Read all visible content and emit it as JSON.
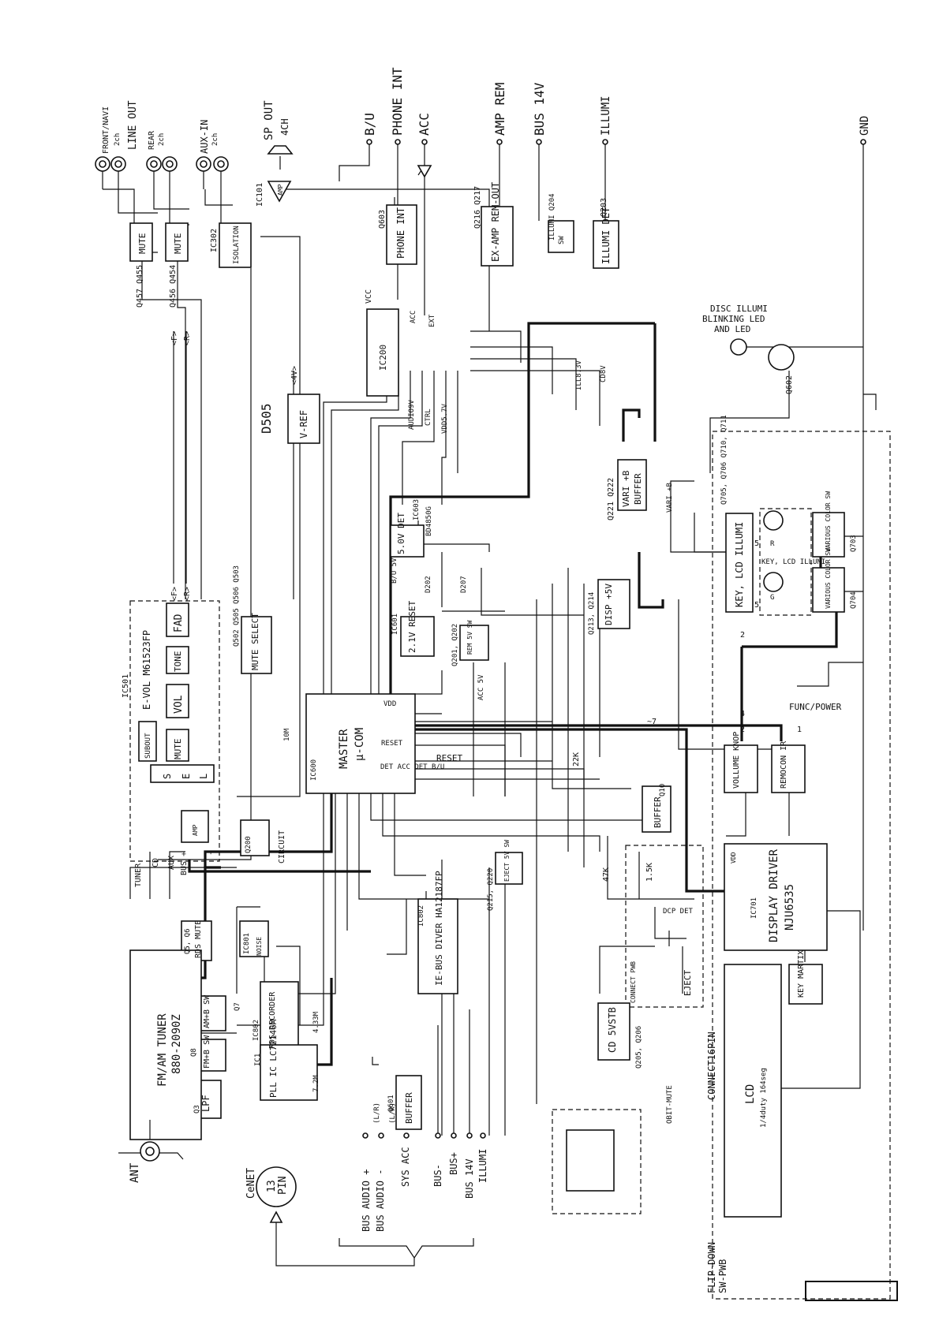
{
  "terminals_top": {
    "b_u": "B/U",
    "phone_int": "PHONE INT",
    "acc": "ACC",
    "amp_rem": "AMP REM",
    "bus_14v": "BUS 14V",
    "illumi": "ILLUMI",
    "gnd": "GND",
    "sp_out": "SP OUT",
    "sp_4ch": "4CH",
    "front_navi": "FRONT/NAVI",
    "line_out": "LINE OUT",
    "rear": "REAR",
    "aux_in": "AUX-IN",
    "ch2": "2ch"
  },
  "blocks": {
    "ic101": "IC101",
    "amp": "AMP",
    "mute": "MUTE",
    "q457_q455": "Q457 Q455",
    "q456_q454": "Q456 Q454",
    "ic302": "IC302",
    "isolation": "ISOLATION",
    "q603": "Q603",
    "phone_int_blk": "PHONE INT",
    "q216_q217": "Q216 Q217",
    "ex_amp_rem_out": "EX-AMP REM-OUT",
    "q204": "ILLUMI Q204",
    "sw": "SW",
    "q203": "Q203",
    "illumi_det": "ILLUMI DET",
    "ic200": "IC200",
    "vcc": "VCC",
    "acc_sig": "ACC",
    "ext": "EXT",
    "audio9v": "AUDIO9V",
    "ctrl": "CTRL",
    "vdd5_7v": "VDD5.7V",
    "ill8_3v": "ILL8.3V",
    "cd8v": "CD8V",
    "d505": "D505",
    "v_ref": "V-REF",
    "f_sig": "<F>",
    "r_sig": "<R>",
    "v4": "<4V>",
    "q221_q222": "Q221 Q222",
    "vari_b": "VARI +B",
    "buffer": "BUFFER",
    "vari_b2": "VARI +B",
    "ic603": "IC603",
    "bd4850g": "BD4850G",
    "det_5v": "5.0V DET",
    "bu_5v": "B/U 5V",
    "d202": "D202",
    "d207": "D207",
    "q213_q214": "Q213, Q214",
    "disp_5v": "DISP +5V",
    "ic601": "IC601",
    "reset_21v": "2.1V RESET",
    "q201_q202": "Q201, Q202",
    "rem_5v_sw": "REM 5V SW",
    "acc_5v": "ACC 5V",
    "q502_q503": "Q502 Q505 Q506 Q503",
    "mute_select": "MUTE SELECT",
    "ic501": "IC501",
    "e_vol": "E-VOL M61523FP",
    "fad": "FAD",
    "tone": "TONE",
    "vol": "VOL",
    "subout": "SUBOUT",
    "mute2": "MUTE",
    "s": "S",
    "e": "E",
    "l": "L",
    "amp_small": "AMP",
    "tuner": "TUNER",
    "cd": "CD",
    "aux": "AUX",
    "bus_p": "BUS +",
    "bus_m": "-",
    "ic600": "IC600",
    "x10m": "10M",
    "master": "MASTER",
    "ucom": "μ-COM",
    "vdd": "VDD",
    "reset": "RESET",
    "det_acc_det_bu": "DET ACC DET B/U",
    "reset_sw": "RESET",
    "q200": "Q200",
    "circuit": "CIRCUIT",
    "r22k": "22K",
    "q10": "Q10",
    "buffer_q10": "BUFFER",
    "q215_q220": "Q215, Q220",
    "eject_5v_sw": "EJECT 5V SW",
    "ic802": "IC802",
    "ie_bus": "IE-BUS DIVER HA12187FP",
    "r47k": "47K",
    "r15k": "1.5K",
    "dcp_det": "DCP DET",
    "connect_pwb": "CONNECT PWB",
    "eject": "EJECT",
    "q5_q6": "Q5, Q6",
    "rds_mute": "RDS MUTE",
    "ic801": "IC801",
    "noise": "NOISE",
    "ic802b": "IC802",
    "rds_decorder": "RDS DECORDER",
    "x433m": "4.33M",
    "q7": "Q7",
    "am_b_sw": "AM+B SW",
    "q8": "Q8",
    "fm_b_sw": "FM+B SW",
    "ic1": "IC1",
    "pll_ic": "PLL IC LC72146M",
    "x72m": "7.2M",
    "q3": "Q3",
    "lpf": "LPF",
    "fm_am_tuner": "FM/AM TUNER",
    "tuner_part": "880-2090Z",
    "q601": "Q601",
    "buffer_q601": "BUFFER",
    "cd_5vstb": "CD 5VSTB",
    "q205_q206": "Q205, Q206",
    "obit_mute": "OBIT-MUTE",
    "ant": "ANT",
    "cenet": "CeNET",
    "pin13": "13",
    "pin": "PIN",
    "disc_illumi": "DISC ILLUMI",
    "blinking_led": "BLINKING LED",
    "and_led": "AND LED",
    "q602": "Q602",
    "q705_q711": "Q705, Q706 Q710, Q711",
    "key_lcd_illumi": "KEY, LCD ILLUMI",
    "key_lcd_illumi2": "KEY, LCD ILLUMI",
    "r": "R",
    "g": "G",
    "five": "5",
    "various_color_sw": "VARIOUS COLOR SW",
    "q703": "Q703",
    "q704": "Q704",
    "func_power": "FUNC/POWER",
    "vollume_knop": "VOLLUME KNOP",
    "remocon_ir": "REMOCON IR",
    "ic701": "IC701",
    "display_driver": "DISPLAY DRIVER",
    "nju6535": "NJU6535",
    "vdd2": "VDD",
    "key_martix": "KEY MARTIX",
    "lcd": "LCD",
    "lcd_duty": "1/4duty 164seg",
    "flip_down": "FLIP-DOWN",
    "sw_pwb": "SW-PWB",
    "connect16pin": "CONNECT16PIN",
    "n2": "2",
    "n1": "1",
    "n4": "4",
    "n7": "~7"
  },
  "bus_pins": {
    "bus_audio_p": "BUS AUDIO +",
    "bus_audio_m": "BUS AUDIO -",
    "sys_acc": "SYS ACC",
    "bus_minus": "BUS-",
    "bus_plus": "BUS+",
    "bus_14v": "BUS 14V",
    "illumi": "ILLUMI",
    "lr1": "(L/R)",
    "lr2": "(L/R)"
  }
}
